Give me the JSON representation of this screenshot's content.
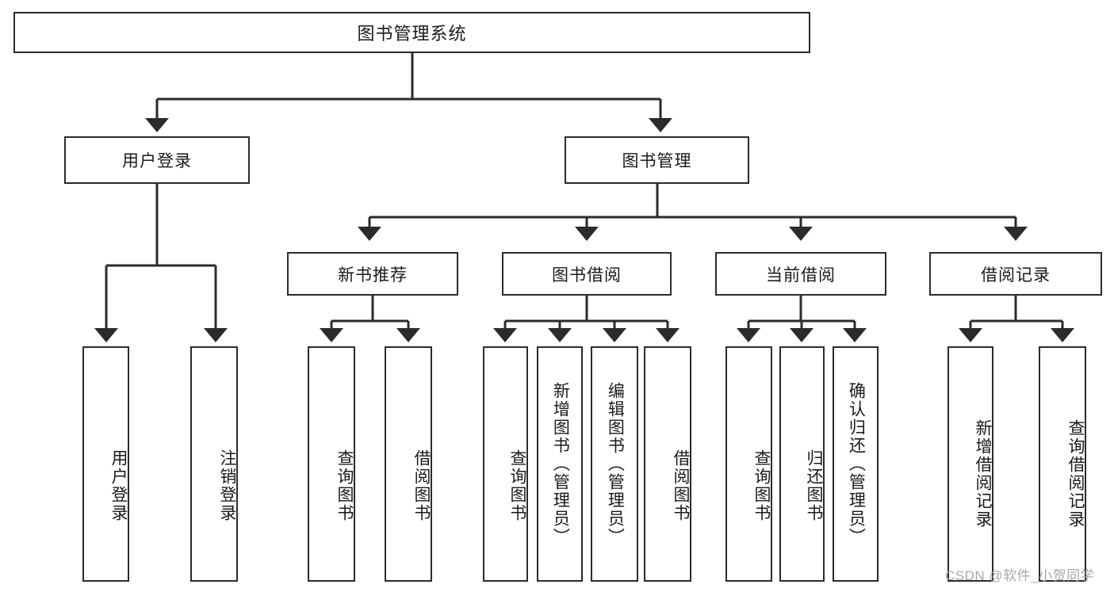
{
  "diagram": {
    "title": "图书管理系统",
    "type": "tree-hierarchy-diagram",
    "root": {
      "label": "图书管理系统"
    },
    "level2": [
      {
        "label": "用户登录"
      },
      {
        "label": "图书管理"
      }
    ],
    "level3": [
      {
        "label": "新书推荐"
      },
      {
        "label": "图书借阅"
      },
      {
        "label": "当前借阅"
      },
      {
        "label": "借阅记录"
      }
    ],
    "leaves": {
      "user_login": [
        {
          "label": "用户登录"
        },
        {
          "label": "注销登录"
        }
      ],
      "new_book_recommend": [
        {
          "label": "查询图书"
        },
        {
          "label": "借阅图书"
        }
      ],
      "book_borrow": [
        {
          "label": "查询图书"
        },
        {
          "label": "新增图书（管理员）"
        },
        {
          "label": "编辑图书（管理员）"
        },
        {
          "label": "借阅图书"
        }
      ],
      "current_borrow": [
        {
          "label": "查询图书"
        },
        {
          "label": "归还图书"
        },
        {
          "label": "确认归还（管理员）"
        }
      ],
      "borrow_record": [
        {
          "label": "新增借阅记录"
        },
        {
          "label": "查询借阅记录"
        }
      ]
    }
  },
  "watermark": {
    "text": "CSDN @软件_小贺同学"
  },
  "colors": {
    "border": "#2b2b2b",
    "background": "#ffffff",
    "text": "#1a1a1a",
    "watermark": "#a8a8a8"
  }
}
